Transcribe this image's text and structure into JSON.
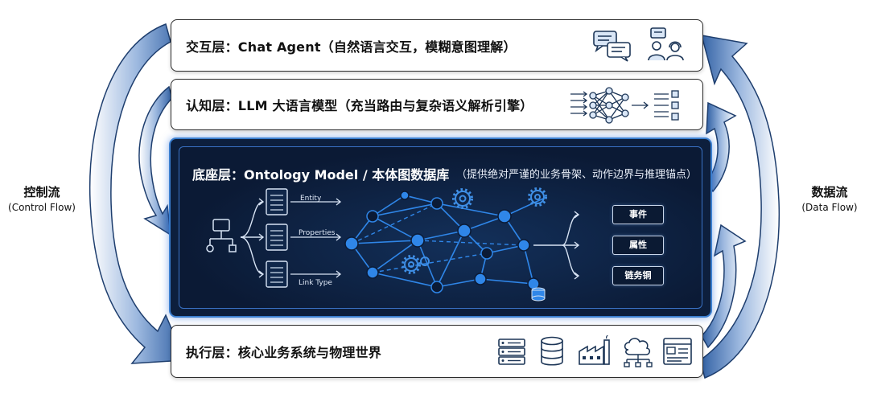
{
  "layers": {
    "interaction": {
      "title": "交互层：Chat Agent（自然语言交互，模糊意图理解）"
    },
    "cognition": {
      "title": "认知层：LLM 大语言模型（充当路由与复杂语义解析引擎）"
    },
    "foundation": {
      "title": "底座层：Ontology Model / 本体图数据库",
      "subtitle": "（提供绝对严谨的业务骨架、动作边界与推理锚点）",
      "edge_labels": [
        "Entity",
        "Properties",
        "Link Type"
      ],
      "outputs": [
        "事件",
        "属性",
        "链务铜"
      ]
    },
    "execution": {
      "title": "执行层：核心业务系统与物理世界"
    }
  },
  "flows": {
    "control": {
      "zh": "控制流",
      "en": "(Control Flow)"
    },
    "data": {
      "zh": "数据流",
      "en": "(Data Flow)"
    }
  },
  "colors": {
    "foundation_bg": "#0d1f3d",
    "accent_blue": "#2f86e8",
    "arrow_blue": "#4a7fc4",
    "border_dark": "#2b2b2b"
  },
  "icons": {
    "interaction": [
      "chat-bubbles-icon",
      "user-support-icon"
    ],
    "cognition": [
      "neural-network-icon"
    ],
    "execution": [
      "server-rack-icon",
      "database-icon",
      "factory-icon",
      "cloud-network-icon",
      "dashboard-window-icon"
    ]
  }
}
